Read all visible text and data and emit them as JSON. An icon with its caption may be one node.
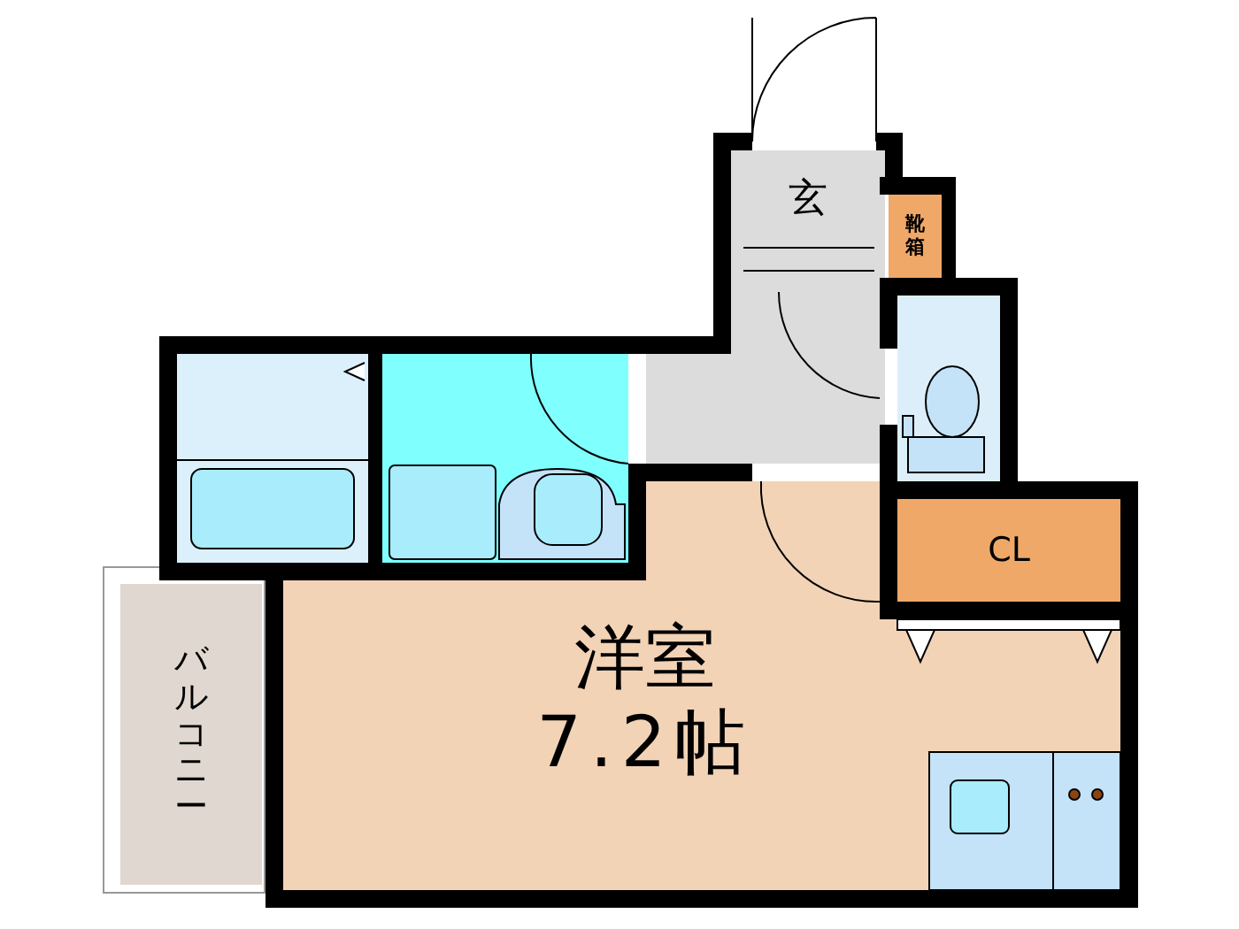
{
  "diagram": {
    "nodes": [
      {
        "text": [
          "玄"
        ]
      },
      {
        "text": [
          "靴箱"
        ]
      },
      {
        "text": [
          "CL"
        ],
        "in": 3
      },
      {
        "text": [
          "洋室",
          "7.2帖"
        ]
      },
      {
        "text": [
          "バルコニー"
        ]
      },
      {
        "text": [],
        "shape": "box"
      },
      {
        "text": [],
        "shape": "box"
      },
      {
        "text": [],
        "shape": "box"
      },
      {
        "text": [],
        "shape": "box"
      }
    ]
  }
}
